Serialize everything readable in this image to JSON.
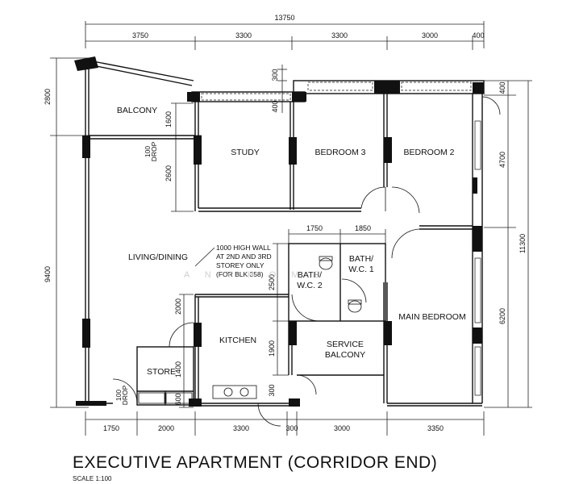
{
  "title": "EXECUTIVE APARTMENT (CORRIDOR END)",
  "scale": "SCALE   1:100",
  "watermark": "A N Y H O M E",
  "dimensions": {
    "top_total": "13750",
    "top": [
      "3750",
      "3300",
      "3300",
      "3000",
      "400"
    ],
    "bottom": [
      "1750",
      "2000",
      "3300",
      "300",
      "3000",
      "3350"
    ],
    "left": [
      "2800",
      "9400"
    ],
    "right_inner": [
      "400",
      "4700",
      "6200"
    ],
    "right_total": "11300",
    "interior": {
      "balcony_v1": "1600",
      "balcony_v2": "2600",
      "study_top": "300",
      "study_top2": "400",
      "bath_w1": "1750",
      "bath_w2": "1850",
      "bath_h": "2500",
      "kitchen_h1": "1900",
      "store_h1": "2000",
      "store_h2": "1400",
      "store_h3": "600",
      "kitchen_bottom": "300"
    }
  },
  "rooms": {
    "balcony": "BALCONY",
    "study": "STUDY",
    "bedroom3": "BEDROOM 3",
    "bedroom2": "BEDROOM 2",
    "living": "LIVING/DINING",
    "kitchen": "KITCHEN",
    "store": "STORE",
    "bath2_line1": "BATH/",
    "bath2_line2": "W.C. 2",
    "bath1_line1": "BATH/",
    "bath1_line2": "W.C. 1",
    "main_bedroom": "MAIN BEDROOM",
    "service_line1": "SERVICE",
    "service_line2": "BALCONY"
  },
  "notes": {
    "drop1_a": "100",
    "drop1_b": "DROP",
    "drop2_a": "100",
    "drop2_b": "DROP",
    "wall_note": [
      "1000 HIGH WALL",
      "AT 2ND AND 3RD",
      "STOREY ONLY",
      "(FOR BLK 358)"
    ]
  }
}
